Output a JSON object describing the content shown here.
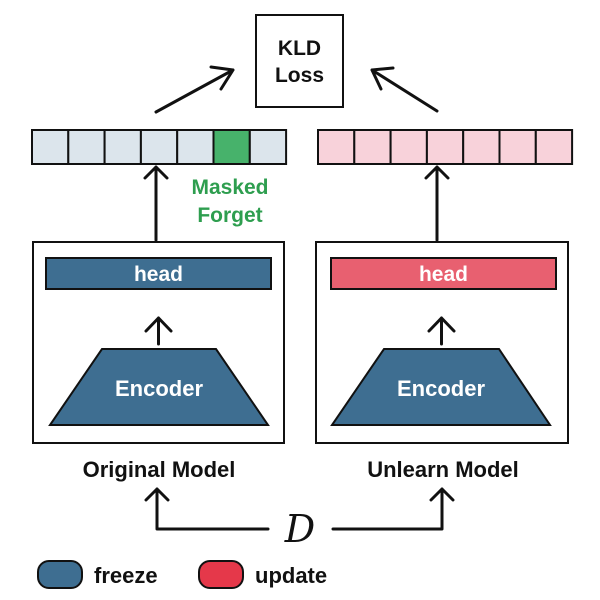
{
  "loss_box": {
    "line1": "KLD",
    "line2": "Loss"
  },
  "masked_forget": {
    "line1": "Masked",
    "line2": "Forget"
  },
  "original_model": {
    "head_label": "head",
    "encoder_label": "Encoder",
    "caption": "Original Model",
    "output_cells": 7,
    "masked_cell_index": 5
  },
  "unlearn_model": {
    "head_label": "head",
    "encoder_label": "Encoder",
    "caption": "Unlearn Model",
    "output_cells": 7
  },
  "input_symbol": "D",
  "legend": [
    {
      "label": "freeze",
      "color": "#3e6e91"
    },
    {
      "label": "update",
      "color": "#e5384a"
    }
  ],
  "colors": {
    "frozen_blue": "#3e6e91",
    "update_head": "#e86070",
    "update_legend": "#e5384a",
    "original_cell": "#dce5ec",
    "unlearn_cell": "#f8d2da",
    "masked_cell": "#47b26b",
    "masked_text": "#2e9e4f"
  }
}
